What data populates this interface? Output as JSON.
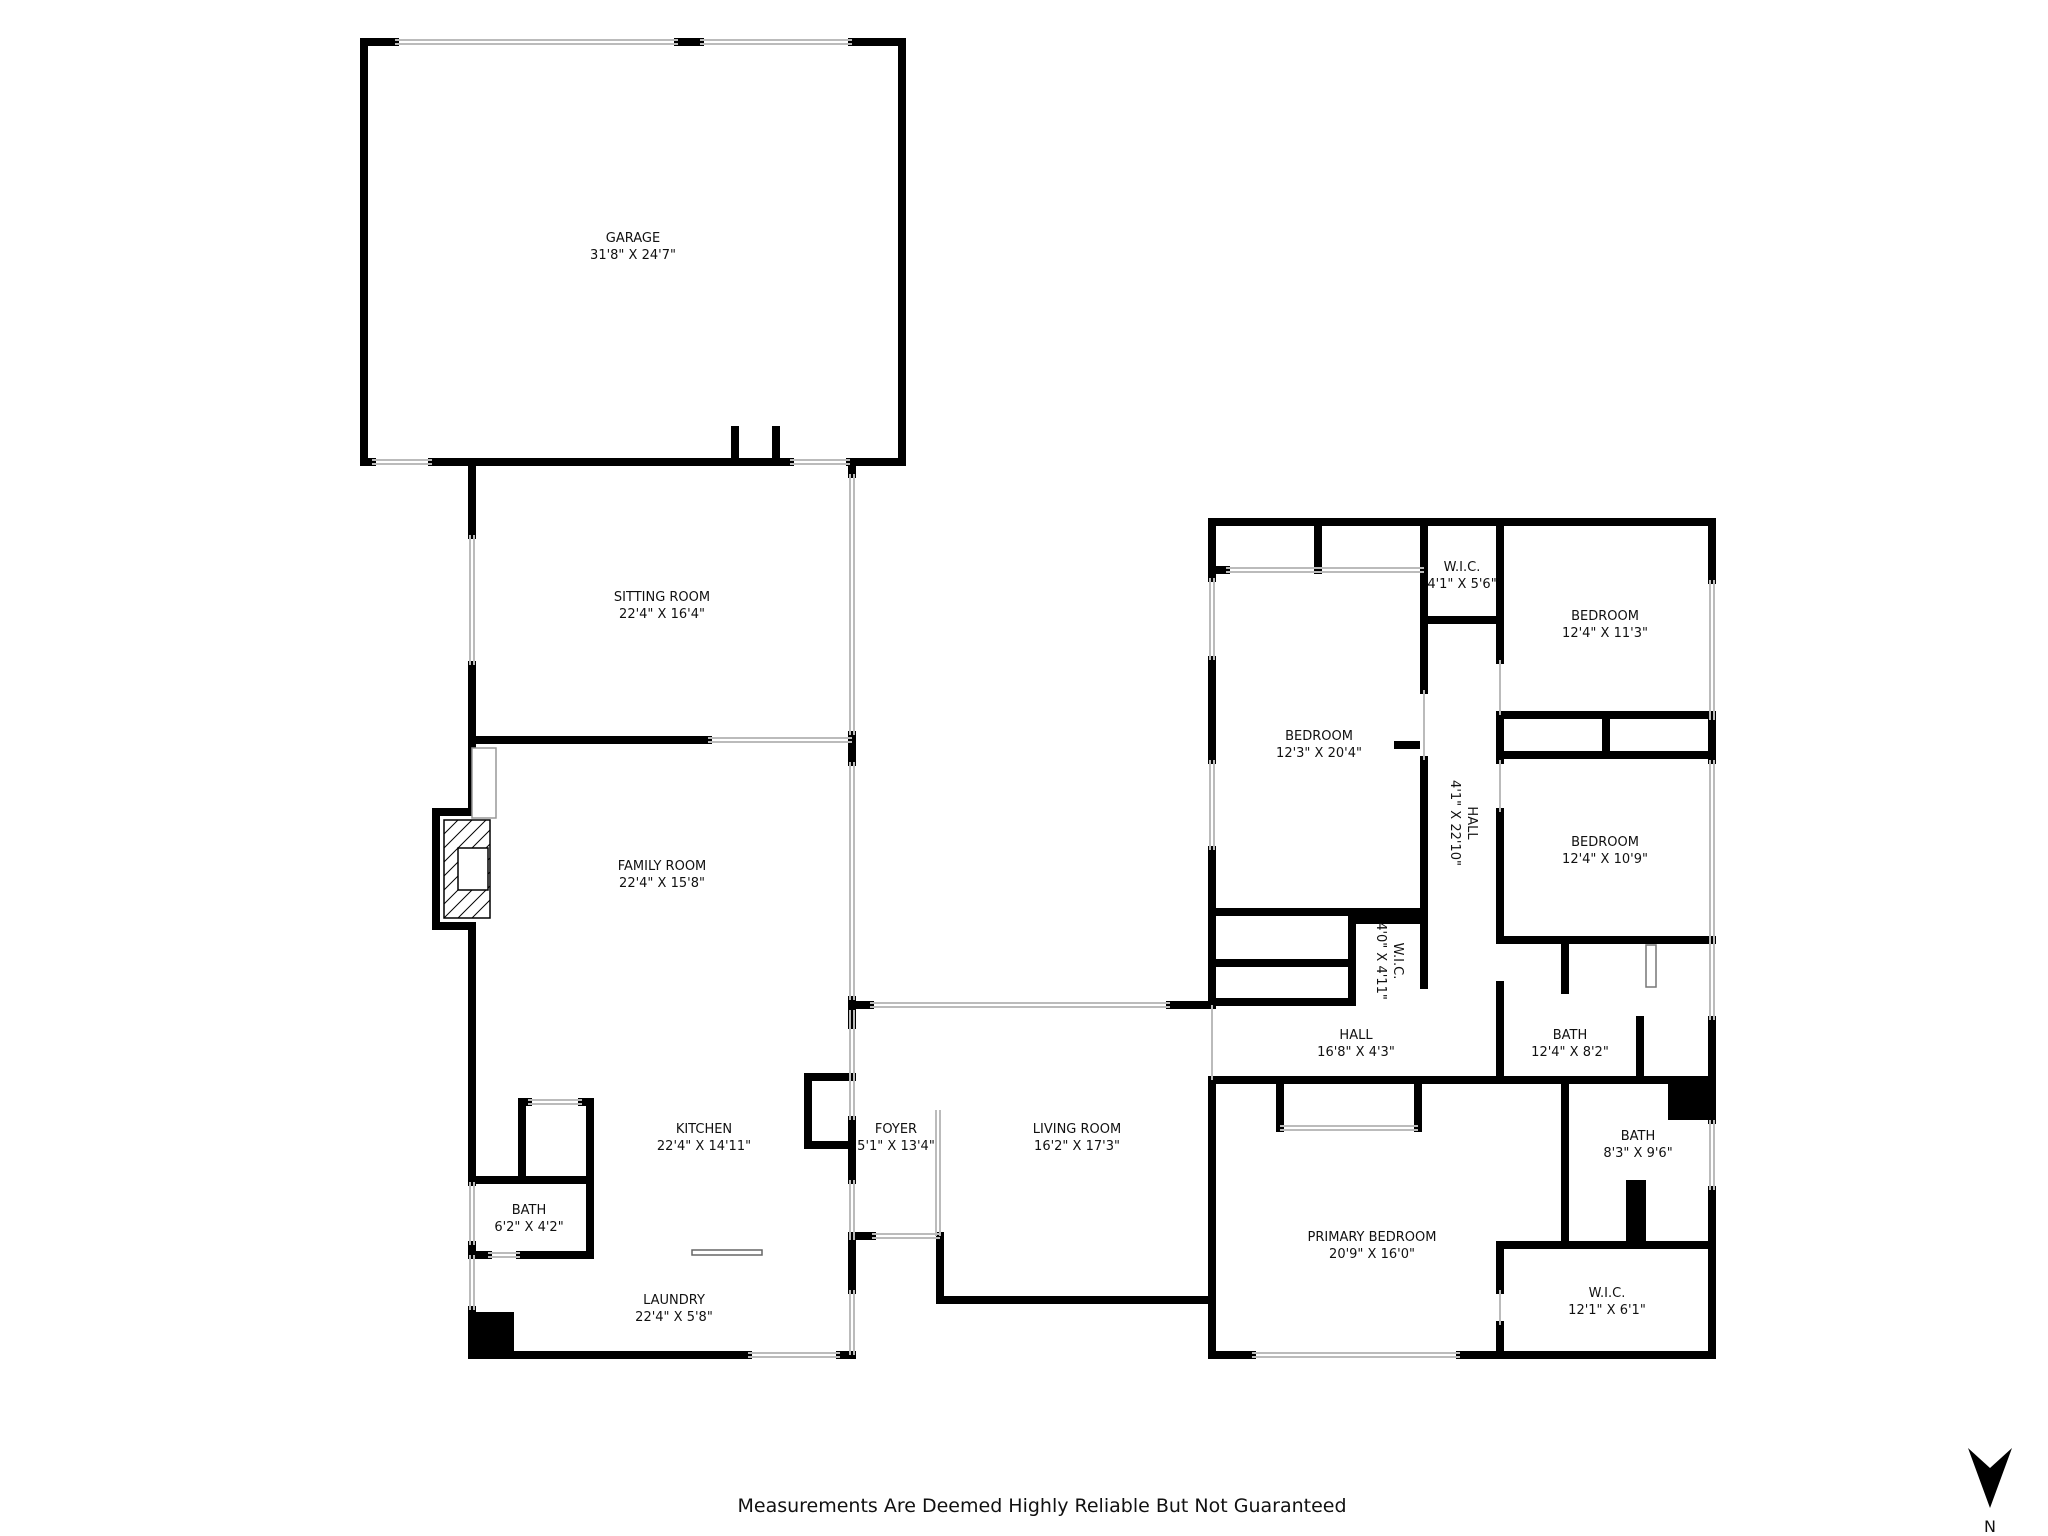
{
  "rooms": [
    {
      "id": "garage",
      "name": "GARAGE",
      "dims": "31'8\" X 24'7\""
    },
    {
      "id": "sitting-room",
      "name": "SITTING ROOM",
      "dims": "22'4\" X 16'4\""
    },
    {
      "id": "family-room",
      "name": "FAMILY ROOM",
      "dims": "22'4\" X 15'8\""
    },
    {
      "id": "kitchen",
      "name": "KITCHEN",
      "dims": "22'4\" X 14'11\""
    },
    {
      "id": "bath-left",
      "name": "BATH",
      "dims": "6'2\" X 4'2\""
    },
    {
      "id": "laundry",
      "name": "LAUNDRY",
      "dims": "22'4\" X 5'8\""
    },
    {
      "id": "foyer",
      "name": "FOYER",
      "dims": "5'1\" X 13'4\""
    },
    {
      "id": "living-room",
      "name": "LIVING ROOM",
      "dims": "16'2\" X 17'3\""
    },
    {
      "id": "bedroom-large",
      "name": "BEDROOM",
      "dims": "12'3\" X 20'4\""
    },
    {
      "id": "wic-top",
      "name": "W.I.C.",
      "dims": "4'1\" X 5'6\""
    },
    {
      "id": "bedroom-top-right",
      "name": "BEDROOM",
      "dims": "12'4\" X 11'3\""
    },
    {
      "id": "hall-vertical",
      "name": "HALL",
      "dims": "4'1\" X 22'10\""
    },
    {
      "id": "bedroom-mid-right",
      "name": "BEDROOM",
      "dims": "12'4\" X 10'9\""
    },
    {
      "id": "wic-small",
      "name": "W.I.C.",
      "dims": "4'0\" X 4'11\""
    },
    {
      "id": "hall-horizontal",
      "name": "HALL",
      "dims": "16'8\" X 4'3\""
    },
    {
      "id": "bath-right",
      "name": "BATH",
      "dims": "12'4\" X 8'2\""
    },
    {
      "id": "bath-primary",
      "name": "BATH",
      "dims": "8'3\" X 9'6\""
    },
    {
      "id": "primary-bedroom",
      "name": "PRIMARY BEDROOM",
      "dims": "20'9\" X 16'0\""
    },
    {
      "id": "wic-primary",
      "name": "W.I.C.",
      "dims": "12'1\" X 6'1\""
    }
  ],
  "footer_note": "Measurements Are Deemed Highly Reliable But Not Guaranteed",
  "north_label": "N",
  "colors": {
    "wall": "#000000",
    "window": "#dddddd",
    "background": "#ffffff"
  }
}
